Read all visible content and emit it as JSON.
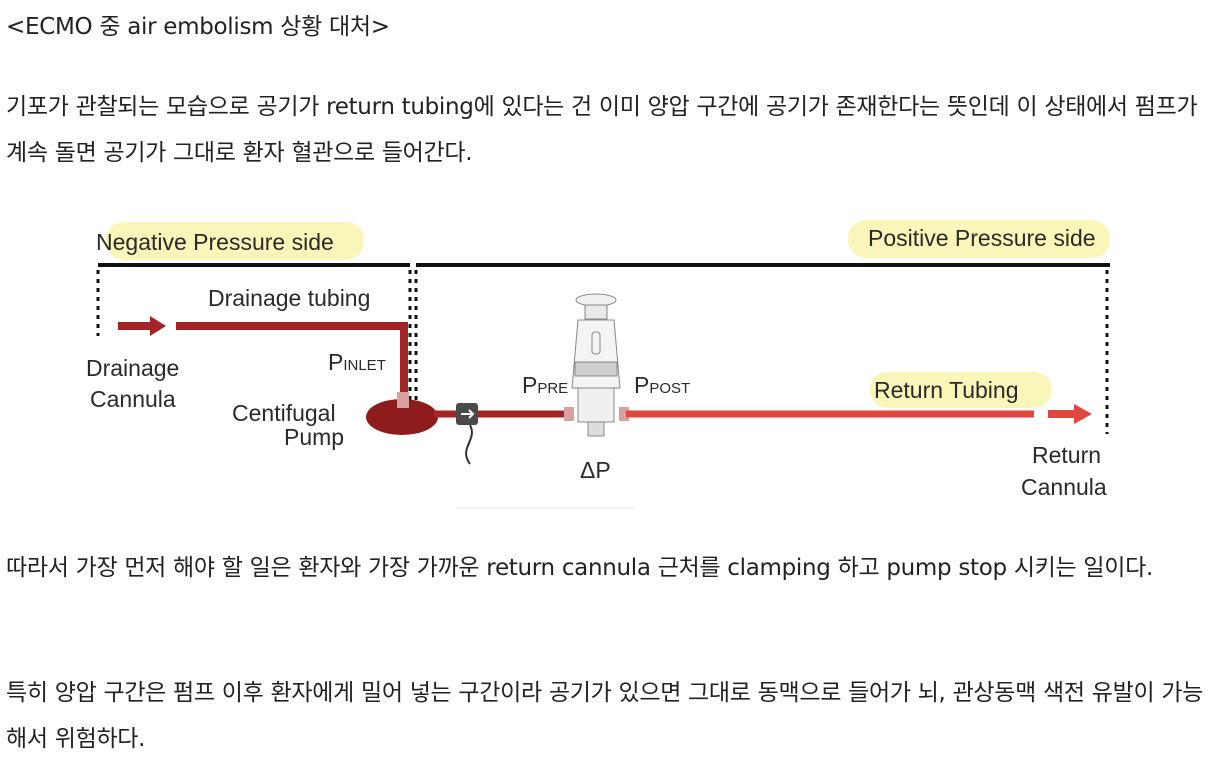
{
  "document": {
    "title": "<ECMO 중 air embolism 상황 대처>",
    "paragraph1": "기포가 관찰되는 모습으로 공기가 return tubing에 있다는 건 이미 양압 구간에 공기가 존재한다는 뜻인데 이 상태에서 펌프가 계속 돌면 공기가 그대로 환자 혈관으로 들어간다.",
    "paragraph2": "따라서 가장 먼저 해야 할 일은 환자와 가장 가까운 return cannula 근처를 clamping 하고 pump stop 시키는 일이다.",
    "paragraph3": "특히 양압 구간은 펌프 이후 환자에게 밀어 넣는 구간이라 공기가 있으면 그대로 동맥으로 들어가 뇌, 관상동맥 색전 유발이 가능해서 위험하다."
  },
  "figure": {
    "negative_side": "Negative Pressure side",
    "positive_side": "Positive Pressure side",
    "drainage_tubing": "Drainage tubing",
    "drainage_cannula_1": "Drainage",
    "drainage_cannula_2": "Cannula",
    "p_inlet_p": "P",
    "p_inlet_sub": "INLET",
    "pump_1": "Centifugal",
    "pump_2": "Pump",
    "p_pre_p": "P",
    "p_pre_sub": "PRE",
    "p_post_p": "P",
    "p_post_sub": "POST",
    "delta_p": "ΔP",
    "return_tubing": "Return Tubing",
    "return_cannula_1": "Return",
    "return_cannula_2": "Cannula"
  },
  "colors": {
    "highlight": "#faf5b8",
    "tube_dark": "#a32424",
    "tube_light": "#e0473f",
    "pump": "#8e1c1c"
  }
}
